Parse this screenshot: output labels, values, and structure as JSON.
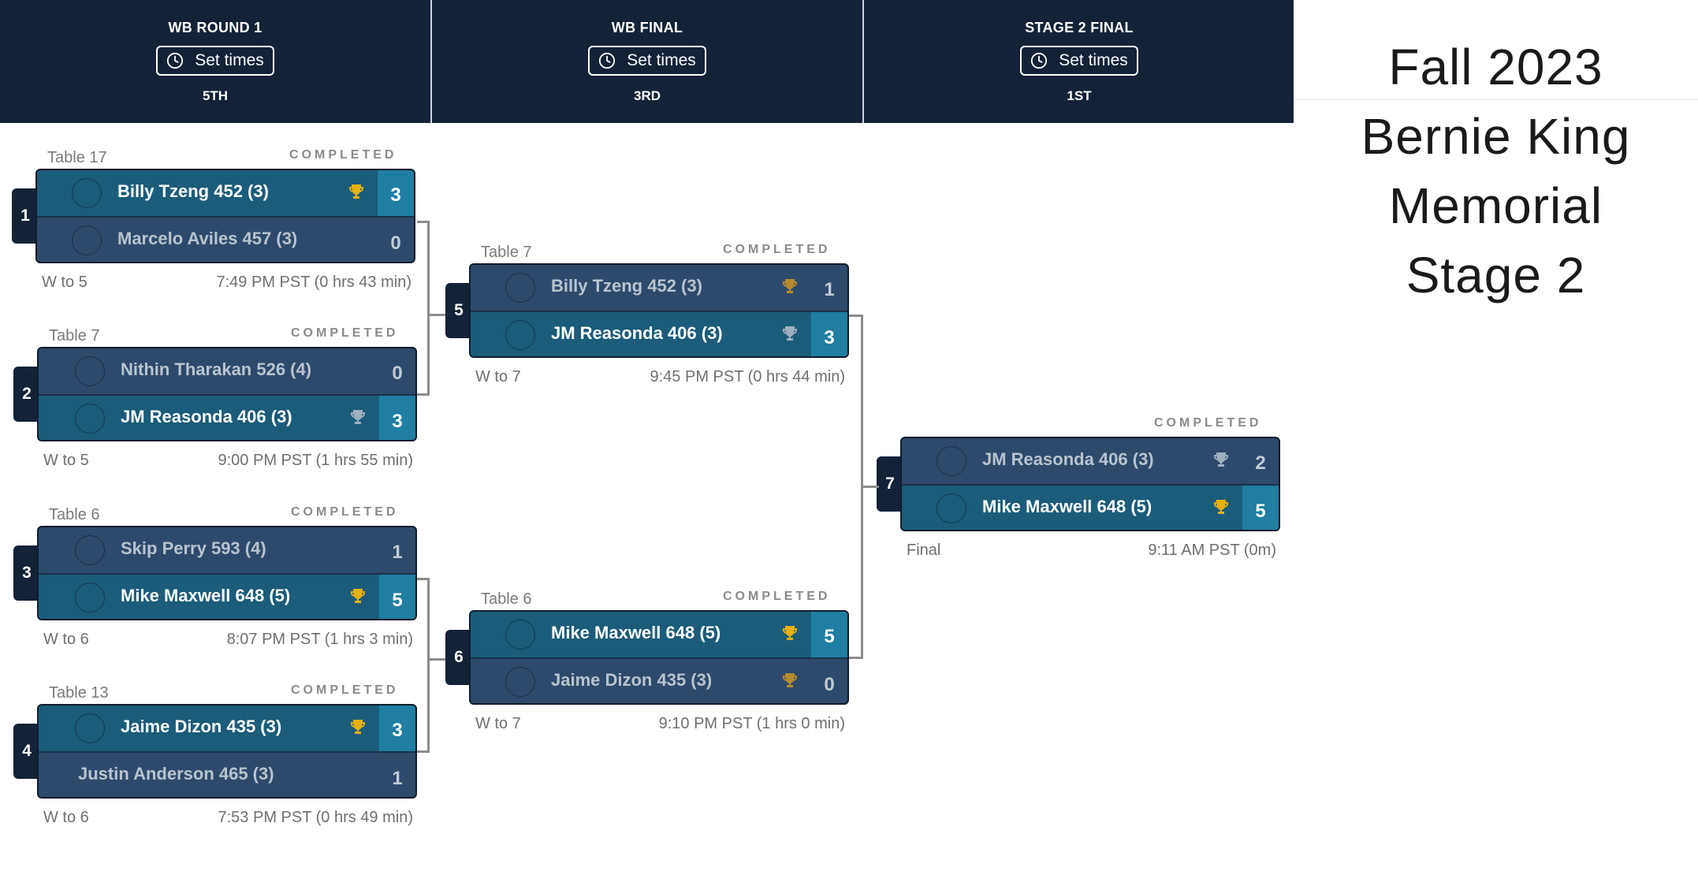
{
  "columns": [
    {
      "title": "WB ROUND 1",
      "button": "Set times",
      "place": "5TH"
    },
    {
      "title": "WB FINAL",
      "button": "Set times",
      "place": "3RD"
    },
    {
      "title": "STAGE 2 FINAL",
      "button": "Set times",
      "place": "1ST"
    }
  ],
  "title_lines": [
    "Fall 2023",
    "Bernie King",
    "Memorial",
    "Stage 2"
  ],
  "matches": [
    {
      "num": "1",
      "table": "Table 17",
      "status": "COMPLETED",
      "next": "W to 5",
      "time": "7:49 PM PST (0 hrs 43 min)",
      "players": [
        {
          "name": "Billy Tzeng 452 (3)",
          "score": "3",
          "winner": true,
          "trophy": "gold",
          "avatar": true
        },
        {
          "name": "Marcelo Aviles 457 (3)",
          "score": "0",
          "winner": false,
          "trophy": "",
          "avatar": true
        }
      ]
    },
    {
      "num": "2",
      "table": "Table 7",
      "status": "COMPLETED",
      "next": "W to 5",
      "time": "9:00 PM PST (1 hrs 55 min)",
      "players": [
        {
          "name": "Nithin Tharakan 526 (4)",
          "score": "0",
          "winner": false,
          "trophy": "",
          "avatar": true
        },
        {
          "name": "JM Reasonda 406 (3)",
          "score": "3",
          "winner": true,
          "trophy": "silver",
          "avatar": true
        }
      ]
    },
    {
      "num": "3",
      "table": "Table 6",
      "status": "COMPLETED",
      "next": "W to 6",
      "time": "8:07 PM PST (1 hrs 3 min)",
      "players": [
        {
          "name": "Skip Perry 593 (4)",
          "score": "1",
          "winner": false,
          "trophy": "",
          "avatar": true
        },
        {
          "name": "Mike Maxwell 648 (5)",
          "score": "5",
          "winner": true,
          "trophy": "gold",
          "avatar": true
        }
      ]
    },
    {
      "num": "4",
      "table": "Table 13",
      "status": "COMPLETED",
      "next": "W to 6",
      "time": "7:53 PM PST (0 hrs 49 min)",
      "players": [
        {
          "name": "Jaime Dizon 435 (3)",
          "score": "3",
          "winner": true,
          "trophy": "gold",
          "avatar": true
        },
        {
          "name": "Justin Anderson 465 (3)",
          "score": "1",
          "winner": false,
          "trophy": "",
          "avatar": false
        }
      ]
    },
    {
      "num": "5",
      "table": "Table 7",
      "status": "COMPLETED",
      "next": "W to 7",
      "time": "9:45 PM PST (0 hrs 44 min)",
      "players": [
        {
          "name": "Billy Tzeng 452 (3)",
          "score": "1",
          "winner": false,
          "trophy": "bronze",
          "avatar": true
        },
        {
          "name": "JM Reasonda 406 (3)",
          "score": "3",
          "winner": true,
          "trophy": "silver",
          "avatar": true
        }
      ]
    },
    {
      "num": "6",
      "table": "Table 6",
      "status": "COMPLETED",
      "next": "W to 7",
      "time": "9:10 PM PST (1 hrs 0 min)",
      "players": [
        {
          "name": "Mike Maxwell 648 (5)",
          "score": "5",
          "winner": true,
          "trophy": "gold",
          "avatar": true
        },
        {
          "name": "Jaime Dizon 435 (3)",
          "score": "0",
          "winner": false,
          "trophy": "bronze",
          "avatar": true
        }
      ]
    },
    {
      "num": "7",
      "table": "",
      "status": "COMPLETED",
      "next": "Final",
      "time": "9:11 AM PST (0m)",
      "players": [
        {
          "name": "JM Reasonda 406 (3)",
          "score": "2",
          "winner": false,
          "trophy": "silver",
          "avatar": true
        },
        {
          "name": "Mike Maxwell 648 (5)",
          "score": "5",
          "winner": true,
          "trophy": "gold",
          "avatar": true
        }
      ]
    }
  ],
  "colors": {
    "header_bg": "#132237",
    "loser_row": "#2d4a6c",
    "winner_row": "#1b5c7a",
    "winner_score": "#1f7ea2",
    "trophy_gold": "#e8b10c",
    "trophy_silver": "#9fb0bf",
    "trophy_bronze": "#b58a2c"
  }
}
